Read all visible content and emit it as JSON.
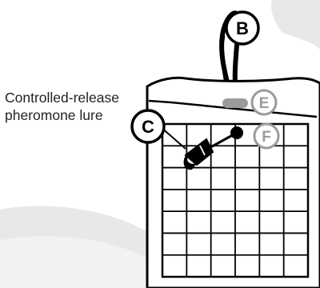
{
  "lure_caption": {
    "line1": "Controlled-release",
    "line2": "pheromone lure"
  },
  "callouts": {
    "b": "B",
    "c": "C",
    "e": "E",
    "f": "F"
  },
  "colors": {
    "background_swoosh": "#e8e8e8",
    "background_swoosh_light": "#f2f2f2",
    "outline": "#000000",
    "callout_light_fill": "#ffffff",
    "callout_faded_stroke": "#9a9a9a",
    "callout_faded_text": "#9a9a9a",
    "trap_slot": "#9a9a9a"
  },
  "icons": {
    "lure": "pheromone-lure-dispenser-icon",
    "hanger": "wire-hanger-icon"
  }
}
